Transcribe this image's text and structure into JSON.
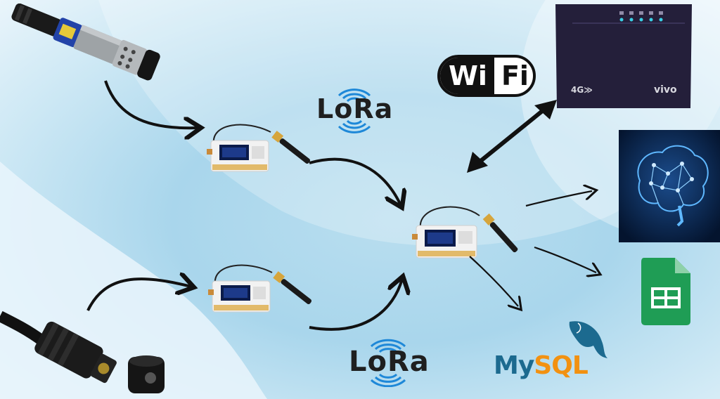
{
  "labels": {
    "lora_top": "LoRa",
    "lora_bottom": "LoRa",
    "wifi_wi": "Wi",
    "wifi_fi": "Fi",
    "router_4g": "4G≫",
    "router_brand": "vivo",
    "mysql_my": "My",
    "mysql_sql": "SQL"
  },
  "icons": {
    "sensor_top": "water-quality-probe",
    "sensor_bottom": "cable-sensor-connector",
    "board_1": "lora-esp32-board",
    "board_2": "lora-esp32-board",
    "gateway": "lora-esp32-gateway-board",
    "router": "4g-wifi-router",
    "ai": "ai-brain",
    "sheets": "google-sheets",
    "database": "mysql-dolphin"
  },
  "colors": {
    "lora_waves": "#1e88d8",
    "router_body": "#241f3a",
    "router_leds": "#3ad0e6",
    "sheets_green": "#1f9d55",
    "brain_blue": "#5fb8ff",
    "mysql_blue": "#1c6a8f",
    "mysql_orange": "#f29111"
  }
}
